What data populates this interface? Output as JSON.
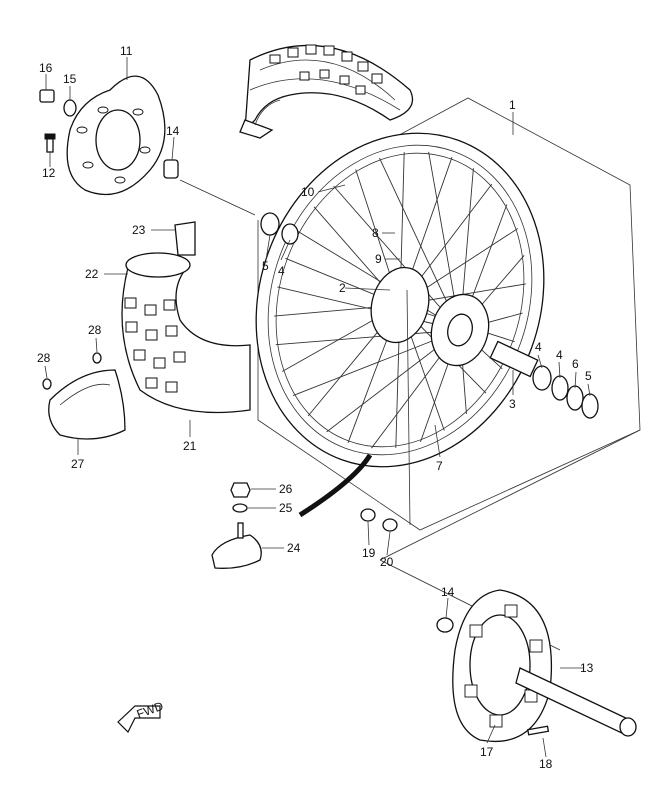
{
  "diagram": {
    "callouts": {
      "c1": "1",
      "c2": "2",
      "c3": "3",
      "c4a": "4",
      "c4b": "4",
      "c4c": "4",
      "c5a": "5",
      "c5b": "5",
      "c6": "6",
      "c7": "7",
      "c8": "8",
      "c9": "9",
      "c10": "10",
      "c11": "11",
      "c12": "12",
      "c13": "13",
      "c14a": "14",
      "c14b": "14",
      "c15": "15",
      "c16": "16",
      "c17": "17",
      "c18": "18",
      "c19": "19",
      "c20": "20",
      "c21": "21",
      "c22": "22",
      "c23": "23",
      "c24": "24",
      "c25": "25",
      "c26": "26",
      "c27": "27",
      "c28a": "28",
      "c28b": "28"
    },
    "fwd_label": "FWD"
  }
}
